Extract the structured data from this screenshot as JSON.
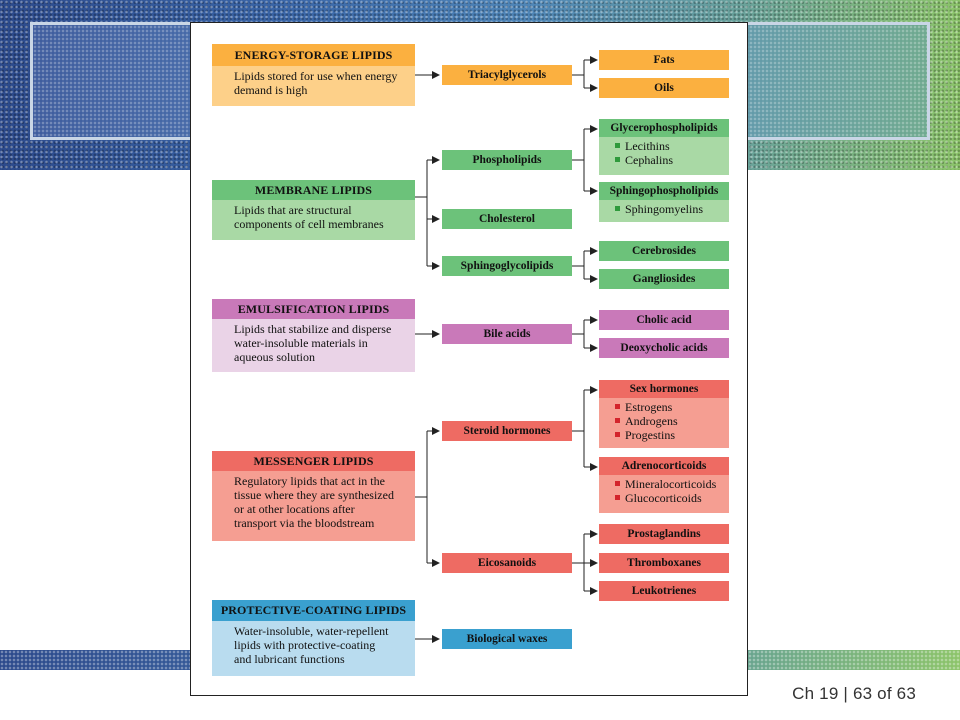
{
  "footer": "Ch 19 | 63 of 63",
  "colors": {
    "orange": "#fbb040",
    "orange_light": "#fdd089",
    "green": "#6cc27a",
    "green_light": "#a9d9a5",
    "pink": "#c979b9",
    "pink_light": "#ead3e7",
    "red": "#ee6b63",
    "red_light": "#f59e92",
    "blue": "#3aa0cf",
    "blue_light": "#b9dcef"
  },
  "categories": {
    "energy": {
      "title": "ENERGY-STORAGE LIPIDS",
      "desc": [
        "Lipids stored for use when energy",
        "demand is high"
      ],
      "child": "Triacylglycerols",
      "leaves": [
        "Fats",
        "Oils"
      ]
    },
    "membrane": {
      "title": "MEMBRANE LIPIDS",
      "desc": [
        "Lipids that are structural",
        "components of cell membranes"
      ],
      "phospholipids": "Phospholipids",
      "glycero": {
        "title": "Glycerophospholipids",
        "items": [
          "Lecithins",
          "Cephalins"
        ]
      },
      "sphingo": {
        "title": "Sphingophospholipids",
        "items": [
          "Sphingomyelins"
        ]
      },
      "cholesterol": "Cholesterol",
      "sphingoglyco": "Sphingoglycolipids",
      "glyco_leaves": [
        "Cerebrosides",
        "Gangliosides"
      ]
    },
    "emulsification": {
      "title": "EMULSIFICATION LIPIDS",
      "desc": [
        "Lipids that stabilize and disperse",
        "water-insoluble materials in",
        "aqueous solution"
      ],
      "child": "Bile acids",
      "leaves": [
        "Cholic acid",
        "Deoxycholic acids"
      ]
    },
    "messenger": {
      "title": "MESSENGER LIPIDS",
      "desc": [
        "Regulatory lipids that act in the",
        "tissue where they are synthesized",
        "or at other locations after",
        "transport via the bloodstream"
      ],
      "steroid": "Steroid hormones",
      "sex": {
        "title": "Sex hormones",
        "items": [
          "Estrogens",
          "Androgens",
          "Progestins"
        ]
      },
      "adreno": {
        "title": "Adrenocorticoids",
        "items": [
          "Mineralocorticoids",
          "Glucocorticoids"
        ]
      },
      "eicosanoids": "Eicosanoids",
      "eico_leaves": [
        "Prostaglandins",
        "Thromboxanes",
        "Leukotrienes"
      ]
    },
    "protective": {
      "title": "PROTECTIVE-COATING LIPIDS",
      "desc": [
        "Water-insoluble, water-repellent",
        "lipids with protective-coating",
        "and lubricant functions"
      ],
      "child": "Biological waxes"
    }
  }
}
